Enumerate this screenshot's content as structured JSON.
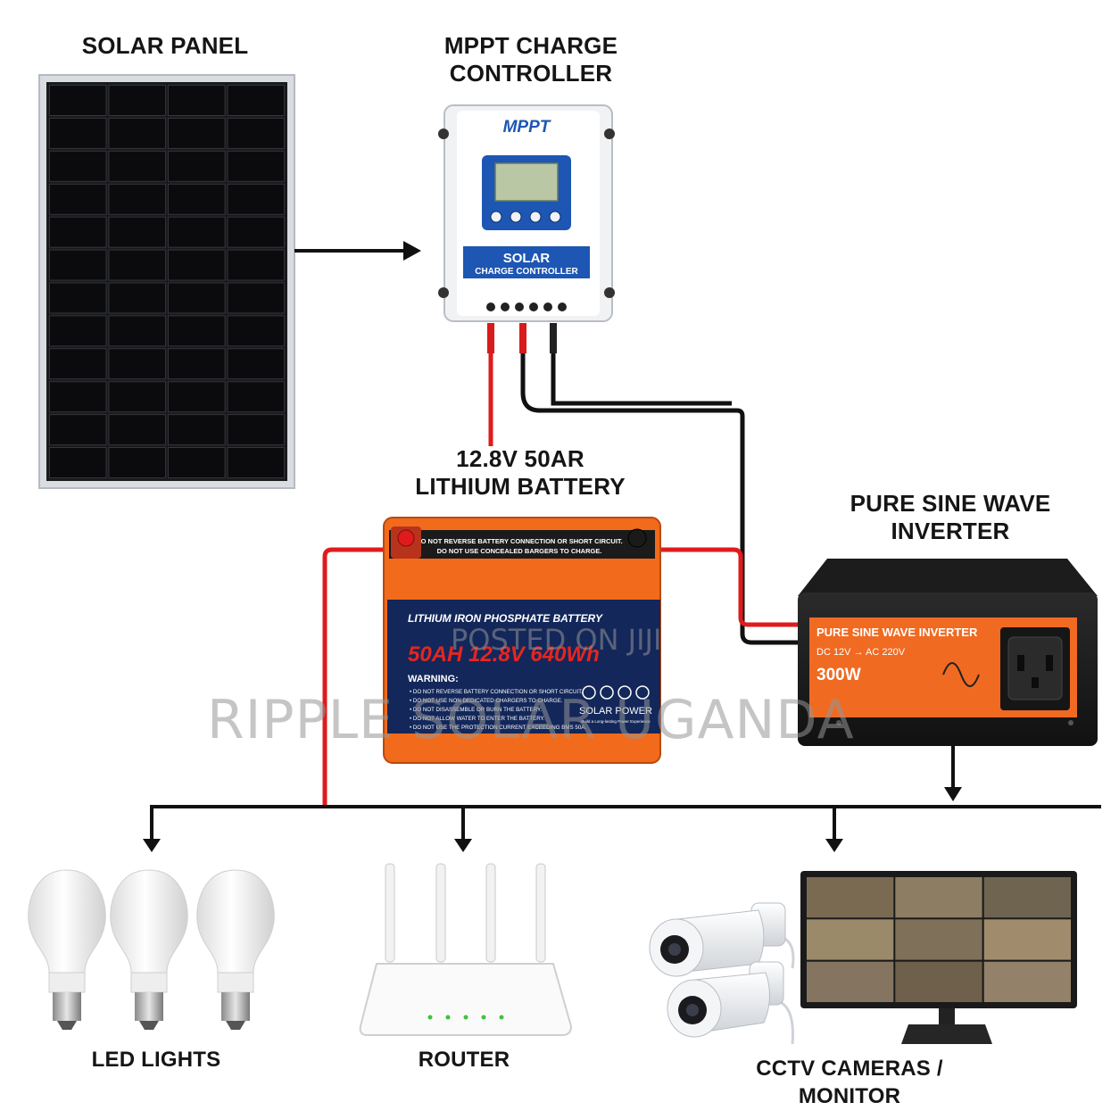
{
  "labels": {
    "solar_panel": "SOLAR PANEL",
    "mppt_line1": "MPPT CHARGE",
    "mppt_line2": "CONTROLLER",
    "battery_line1": "12.8V 50AR",
    "battery_line2": "LITHIUM BATTERY",
    "inverter_line1": "PURE SINE WAVE",
    "inverter_line2": "INVERTER",
    "led_lights": "LED LIGHTS",
    "router": "ROUTER",
    "cctv": "CCTV CAMERAS / MONITOR"
  },
  "controller": {
    "brand": "MPPT",
    "title": "SOLAR",
    "subtitle": "CHARGE CONTROLLER"
  },
  "battery": {
    "top_warning_1": "DO NOT REVERSE BATTERY CONNECTION OR SHORT CIRCUIT.",
    "top_warning_2": "DO NOT USE CONCEALED BARGERS TO CHARGE.",
    "type": "LITHIUM IRON PHOSPHATE BATTERY",
    "spec": "50AH 12.8V 640Wh",
    "warning_title": "WARNING:",
    "warnings": [
      "• DO NOT REVERSE BATTERY CONNECTION OR SHORT CIRCUIT.",
      "• DO NOT USE NON DEDICATED CHARGERS TO CHARGE.",
      "• DO NOT DISASSEMBLE OR BURN THE BATTERY.",
      "• DO NOT ALLOW WATER TO ENTER THE BATTERY.",
      "• DO NOT USE THE PROTECTION CURRENT EXCEEDING BMS 50A."
    ],
    "brand": "SOLAR POWER",
    "brand_sub": "Build a Long-lasting Power Experience"
  },
  "inverter": {
    "title": "PURE SINE WAVE INVERTER",
    "spec": "DC 12V → AC 220V",
    "power": "300W"
  },
  "watermarks": {
    "posted": "POSTED ON JIJI",
    "company": "RIPPLE SOLAR UGANDA"
  },
  "colors": {
    "wire_positive": "#e01b1b",
    "wire_negative": "#111111",
    "battery_orange": "#f26a1b",
    "battery_navy": "#13275a",
    "controller_blue": "#1d56b3",
    "inverter_orange": "#f06a22"
  }
}
